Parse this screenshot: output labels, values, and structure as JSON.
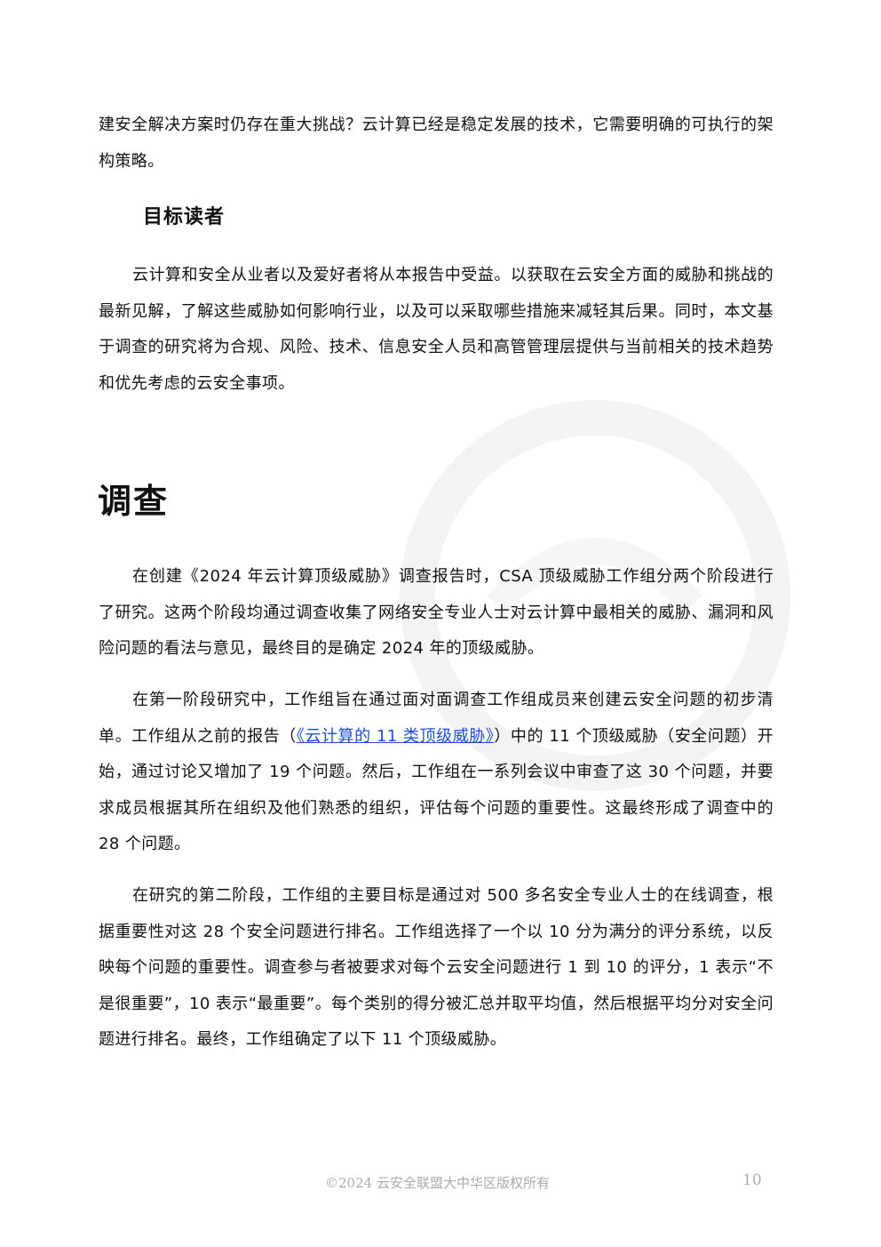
{
  "intro": {
    "text": "建安全解决方案时仍存在重大挑战？云计算已经是稳定发展的技术，它需要明确的可执行的架构策略。"
  },
  "audience": {
    "heading": "目标读者",
    "text": "云计算和安全从业者以及爱好者将从本报告中受益。以获取在云安全方面的威胁和挑战的最新见解，了解这些威胁如何影响行业，以及可以采取哪些措施来减轻其后果。同时，本文基于调查的研究将为合规、风险、技术、信息安全人员和高管管理层提供与当前相关的技术趋势和优先考虑的云安全事项。"
  },
  "survey": {
    "heading": "调查",
    "p1": "在创建《2024 年云计算顶级威胁》调查报告时，CSA 顶级威胁工作组分两个阶段进行了研究。这两个阶段均通过调查收集了网络安全专业人士对云计算中最相关的威胁、漏洞和风险问题的看法与意见，最终目的是确定 2024 年的顶级威胁。",
    "p2_before": "在第一阶段研究中，工作组旨在通过面对面调查工作组成员来创建云安全问题的初步清单。工作组从之前的报告（",
    "p2_link": "《云计算的 11 类顶级威胁》",
    "p2_after": "）中的 11 个顶级威胁（安全问题）开始，通过讨论又增加了 19 个问题。然后，工作组在一系列会议中审查了这 30 个问题，并要求成员根据其所在组织及他们熟悉的组织，评估每个问题的重要性。这最终形成了调查中的 28 个问题。",
    "p3": "在研究的第二阶段，工作组的主要目标是通过对 500 多名安全专业人士的在线调查，根据重要性对这 28 个安全问题进行排名。工作组选择了一个以 10 分为满分的评分系统，以反映每个问题的重要性。调查参与者被要求对每个云安全问题进行 1 到 10 的评分，1 表示“不是很重要”，10 表示“最重要”。每个类别的得分被汇总并取平均值，然后根据平均分对安全问题进行排名。最终，工作组确定了以下 11 个顶级威胁。"
  },
  "footer": {
    "copyright": "©2024  云安全联盟大中华区版权所有",
    "page_number": "10"
  }
}
